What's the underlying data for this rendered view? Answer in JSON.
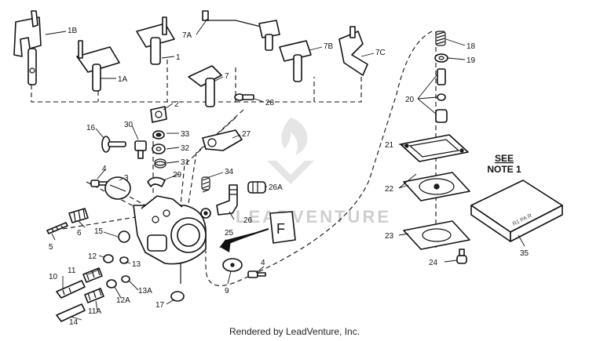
{
  "callouts": {
    "c1B": "1B",
    "c1": "1",
    "c1A": "1A",
    "c2": "2",
    "c7A": "7A",
    "c7": "7",
    "c7B": "7B",
    "c7C": "7C",
    "c28": "28",
    "c27": "27",
    "c16": "16",
    "c30": "30",
    "c33": "33",
    "c32": "32",
    "c31": "31",
    "c29": "29",
    "c34": "34",
    "c26A": "26A",
    "c4a": "4",
    "c3": "3",
    "c26": "26",
    "c25": "25",
    "c6": "6",
    "c5": "5",
    "c15": "15",
    "c12": "12",
    "c13": "13",
    "c11": "11",
    "c10": "10",
    "c13A": "13A",
    "c12A": "12A",
    "c11A": "11A",
    "c14": "14",
    "c17": "17",
    "c9": "9",
    "c4b": "4",
    "c18": "18",
    "c19": "19",
    "c20": "20",
    "c21": "21",
    "c22": "22",
    "c23": "23",
    "c24": "24",
    "c35": "35"
  },
  "fig_label": "F",
  "see_note": "SEE\nNOTE 1",
  "see_note_line1": "SEE",
  "see_note_line2": "NOTE 1",
  "kit_box_text": "R1 PA R",
  "watermark": "LEADVENTURE",
  "footer": "Rendered by LeadVenture, Inc."
}
